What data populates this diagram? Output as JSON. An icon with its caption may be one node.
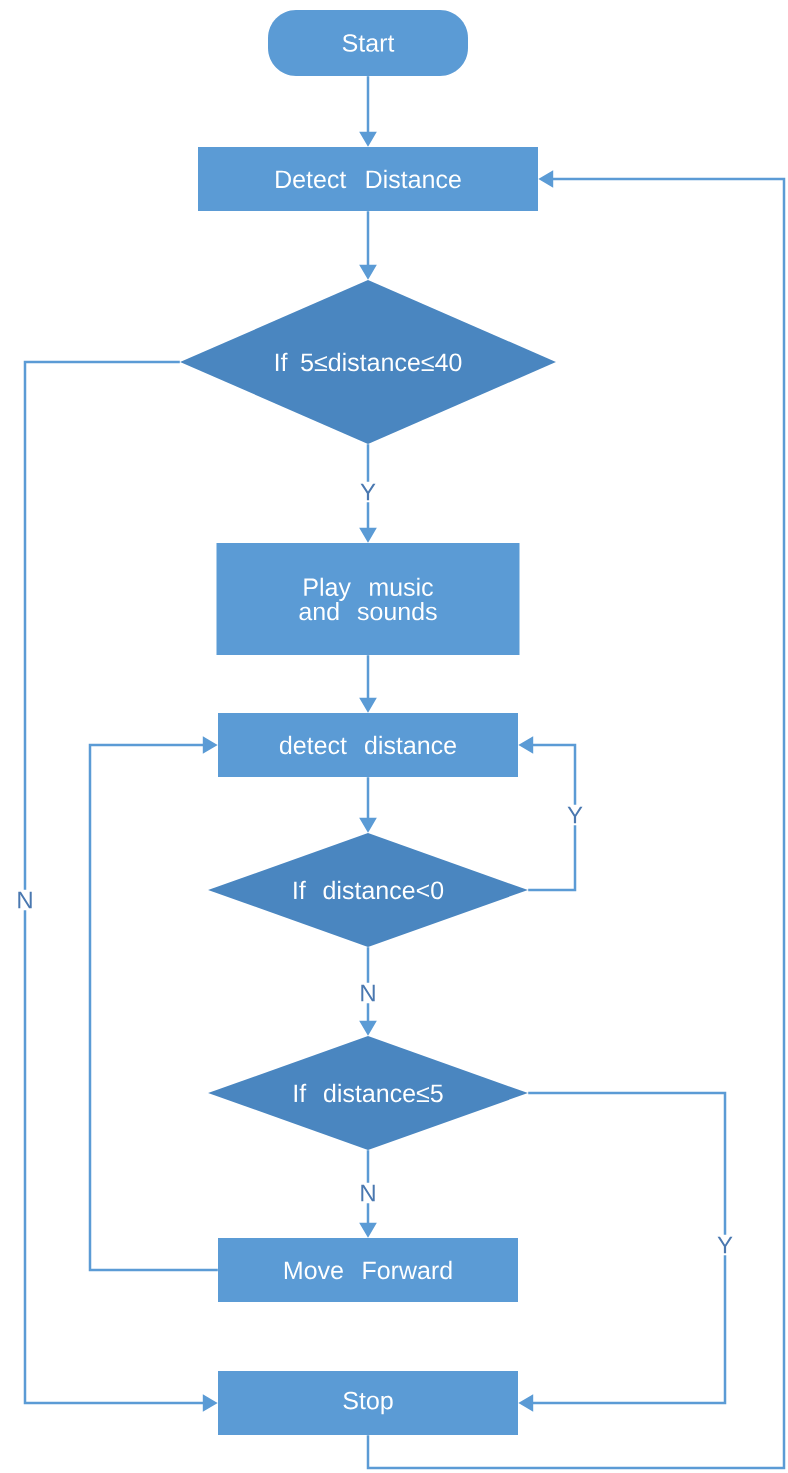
{
  "diagram": {
    "nodes": [
      {
        "text": [
          "Start"
        ]
      },
      {
        "text": [
          "Detect Distance"
        ]
      },
      {
        "text": [
          "If 5≤distance≤40"
        ]
      },
      {
        "text": [
          "Play music and sounds"
        ]
      },
      {
        "text": [
          "detect distance"
        ]
      },
      {
        "text": [
          "If distance<0"
        ]
      },
      {
        "text": [
          "If distance≤5"
        ]
      },
      {
        "text": [
          "Move Forward"
        ]
      },
      {
        "text": [
          "Stop"
        ]
      }
    ],
    "edges": [
      {
        "from": 0,
        "to": 1,
        "arrow": "to"
      },
      {
        "from": 1,
        "to": 2,
        "arrow": "to"
      },
      {
        "from": 2,
        "to": 3,
        "arrow": "to",
        "label": "Y"
      },
      {
        "from": 2,
        "to": 8,
        "arrow": "to",
        "label": "N"
      },
      {
        "from": 3,
        "to": 4,
        "arrow": "to"
      },
      {
        "from": 4,
        "to": 5,
        "arrow": "to"
      },
      {
        "from": 5,
        "to": 4,
        "arrow": "to",
        "label": "Y"
      },
      {
        "from": 5,
        "to": 6,
        "arrow": "to",
        "label": "N"
      },
      {
        "from": 6,
        "to": 7,
        "arrow": "to",
        "label": "N"
      },
      {
        "from": 6,
        "to": 8,
        "arrow": "to",
        "label": "Y"
      },
      {
        "from": 7,
        "to": 4,
        "arrow": "to"
      },
      {
        "from": 8,
        "to": 1,
        "arrow": "to"
      }
    ]
  }
}
